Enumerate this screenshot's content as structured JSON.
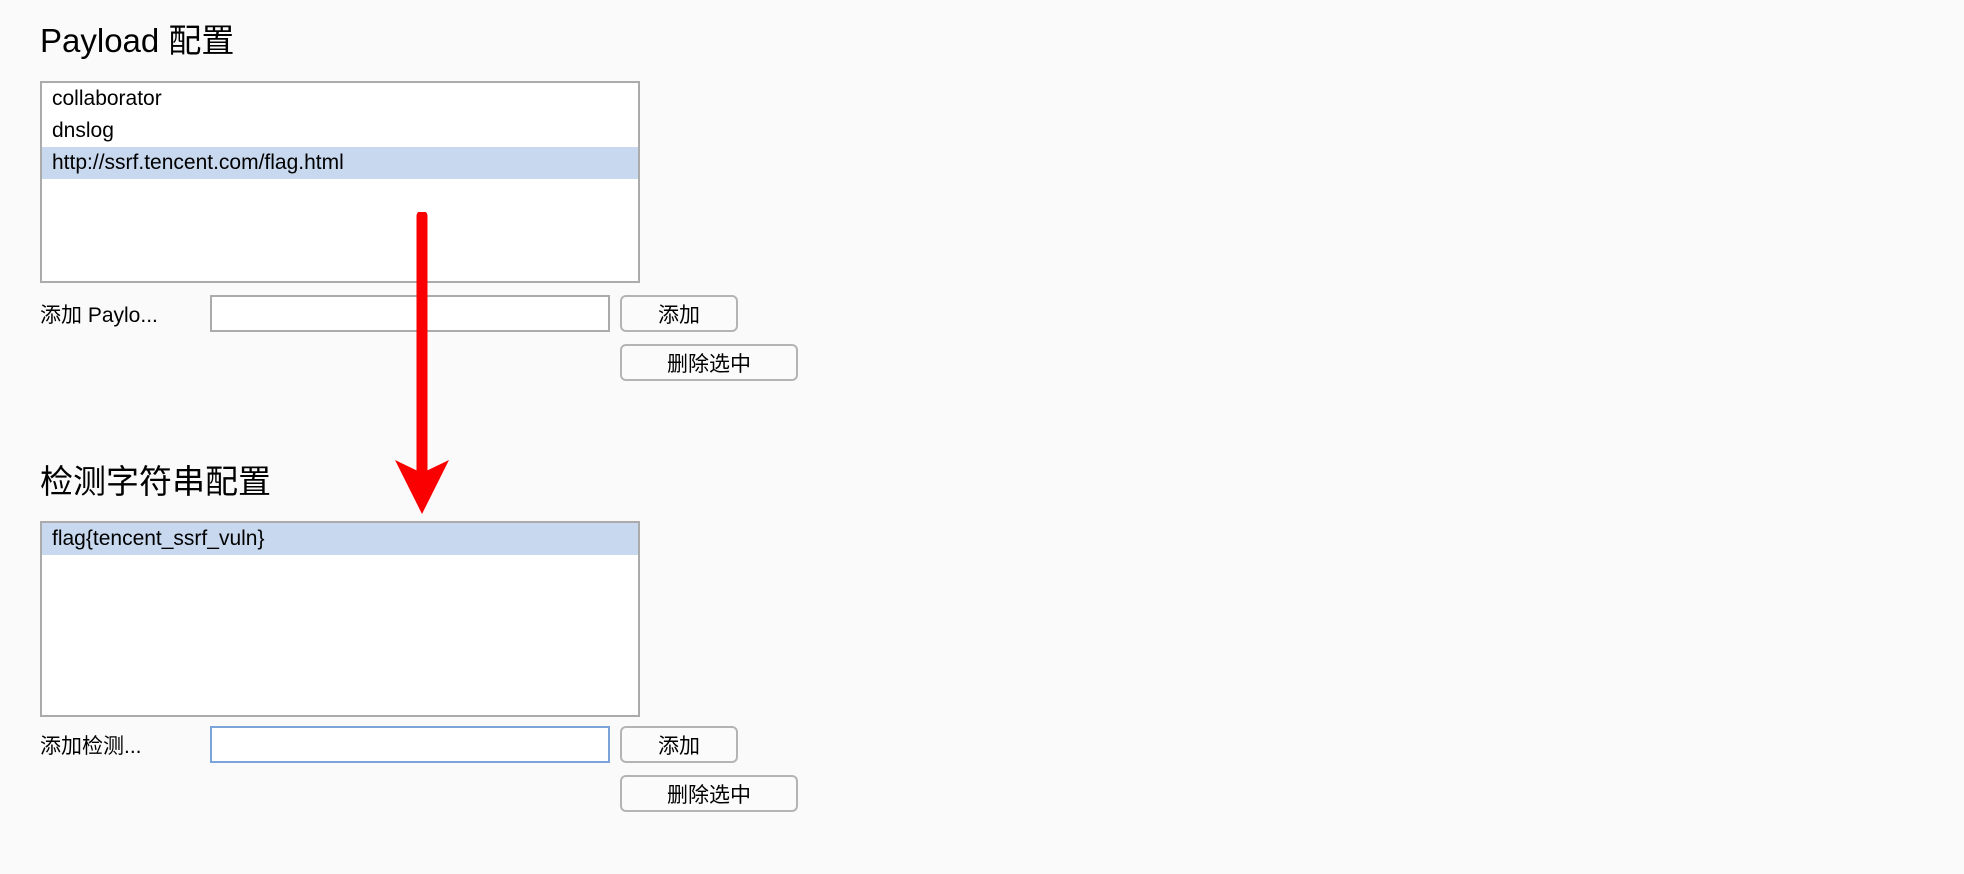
{
  "sections": [
    {
      "id": "payload",
      "heading": "Payload 配置",
      "list": {
        "items": [
          {
            "text": "collaborator",
            "selected": false
          },
          {
            "text": "dnslog",
            "selected": false
          },
          {
            "text": "http://ssrf.tencent.com/flag.html",
            "selected": true
          }
        ]
      },
      "add_row": {
        "label": "添加 Paylo...",
        "input_value": "",
        "input_placeholder": "",
        "focused": false
      },
      "buttons": {
        "add_label": "添加",
        "delete_label": "删除选中"
      }
    },
    {
      "id": "detection",
      "heading": "检测字符串配置",
      "list": {
        "items": [
          {
            "text": "flag{tencent_ssrf_vuln}",
            "selected": true
          }
        ]
      },
      "add_row": {
        "label": "添加检测...",
        "input_value": "",
        "input_placeholder": "",
        "focused": true
      },
      "buttons": {
        "add_label": "添加",
        "delete_label": "删除选中"
      }
    }
  ],
  "annotation": {
    "type": "down-arrow",
    "color": "#fa0000",
    "points_from": "payload-list",
    "points_to": "detection-list-selected-item"
  },
  "colors": {
    "page_background": "#fafafa",
    "list_background": "#ffffff",
    "list_border": "#ababab",
    "selection_highlight": "#c7d8ef",
    "input_border": "#ababab",
    "input_border_focused": "#7ba4da",
    "button_background": "#fbfbfb",
    "button_border": "#b4b4b4",
    "text": "#000000",
    "annotation_red": "#fa0000"
  }
}
